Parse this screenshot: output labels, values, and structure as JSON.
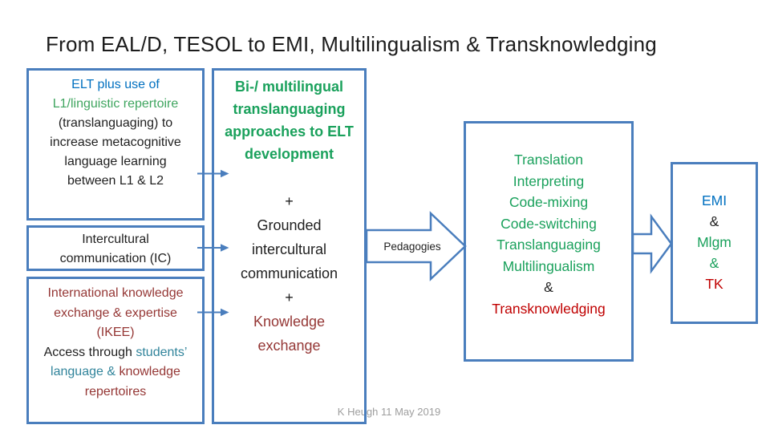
{
  "title": "From EAL/D, TESOL to EMI, Multilingualism & Transknowledging",
  "caption": "K Heugh 11 May 2019",
  "arrow_label": "Pedagogies",
  "palette": {
    "box_border": "#4a7ebd",
    "blue_text": "#0070c0",
    "green_text": "#1aa15c",
    "green_light_text": "#3fa55f",
    "maroon_text": "#953735",
    "red_text": "#c00000",
    "teal_text": "#31849b",
    "black_text": "#1f1f1f",
    "caption_gray": "#9e9e9e"
  },
  "boxes": {
    "elt": {
      "lines": [
        {
          "text": "ELT plus use of",
          "color": "blue"
        },
        {
          "text": "L1/linguistic repertoire",
          "color": "green-light"
        },
        {
          "text": "(translanguaging) to",
          "color": "black"
        },
        {
          "text": "increase metacognitive",
          "color": "black"
        },
        {
          "text": "language learning",
          "color": "black"
        },
        {
          "text": "between L1 & L2",
          "color": "black"
        }
      ]
    },
    "ic": {
      "lines": [
        {
          "text": "Intercultural",
          "color": "black"
        },
        {
          "text": "communication (IC)",
          "color": "black"
        }
      ]
    },
    "ikee": {
      "lines": [
        {
          "segments": [
            {
              "text": "International knowledge",
              "color": "maroon"
            }
          ]
        },
        {
          "segments": [
            {
              "text": "exchange & expertise",
              "color": "maroon"
            }
          ]
        },
        {
          "segments": [
            {
              "text": "(IKEE)",
              "color": "maroon"
            }
          ]
        },
        {
          "segments": [
            {
              "text": "Access through ",
              "color": "black"
            },
            {
              "text": "students’",
              "color": "teal"
            }
          ]
        },
        {
          "segments": [
            {
              "text": "language & ",
              "color": "teal"
            },
            {
              "text": "knowledge",
              "color": "maroon"
            }
          ]
        },
        {
          "segments": [
            {
              "text": "repertoires",
              "color": "maroon"
            }
          ]
        }
      ]
    },
    "approaches": {
      "heading_lines": [
        {
          "text": "Bi-/ multilingual",
          "color": "green"
        },
        {
          "text": "translanguaging",
          "color": "green"
        },
        {
          "text": "approaches to ELT",
          "color": "green"
        },
        {
          "text": "development",
          "color": "green"
        }
      ],
      "body_lines": [
        {
          "text": "+",
          "color": "black"
        },
        {
          "text": "Grounded",
          "color": "black"
        },
        {
          "text": "intercultural",
          "color": "black"
        },
        {
          "text": "communication",
          "color": "black"
        },
        {
          "text": "+",
          "color": "black"
        },
        {
          "text": "Knowledge",
          "color": "maroon"
        },
        {
          "text": "exchange",
          "color": "maroon"
        }
      ]
    },
    "outcomes": {
      "lines": [
        {
          "text": "Translation",
          "color": "green"
        },
        {
          "text": "Interpreting",
          "color": "green"
        },
        {
          "text": "Code-mixing",
          "color": "green"
        },
        {
          "text": "Code-switching",
          "color": "green"
        },
        {
          "text": "Translanguaging",
          "color": "green"
        },
        {
          "text": "Multilingualism",
          "color": "green"
        },
        {
          "text": "&",
          "color": "black"
        },
        {
          "text": "Transknowledging",
          "color": "red"
        }
      ]
    },
    "emi": {
      "lines": [
        {
          "text": "EMI",
          "color": "blue"
        },
        {
          "text": "&",
          "color": "black"
        },
        {
          "text": "Mlgm",
          "color": "green"
        },
        {
          "text": "&",
          "color": "green"
        },
        {
          "text": "TK",
          "color": "red"
        }
      ]
    }
  }
}
